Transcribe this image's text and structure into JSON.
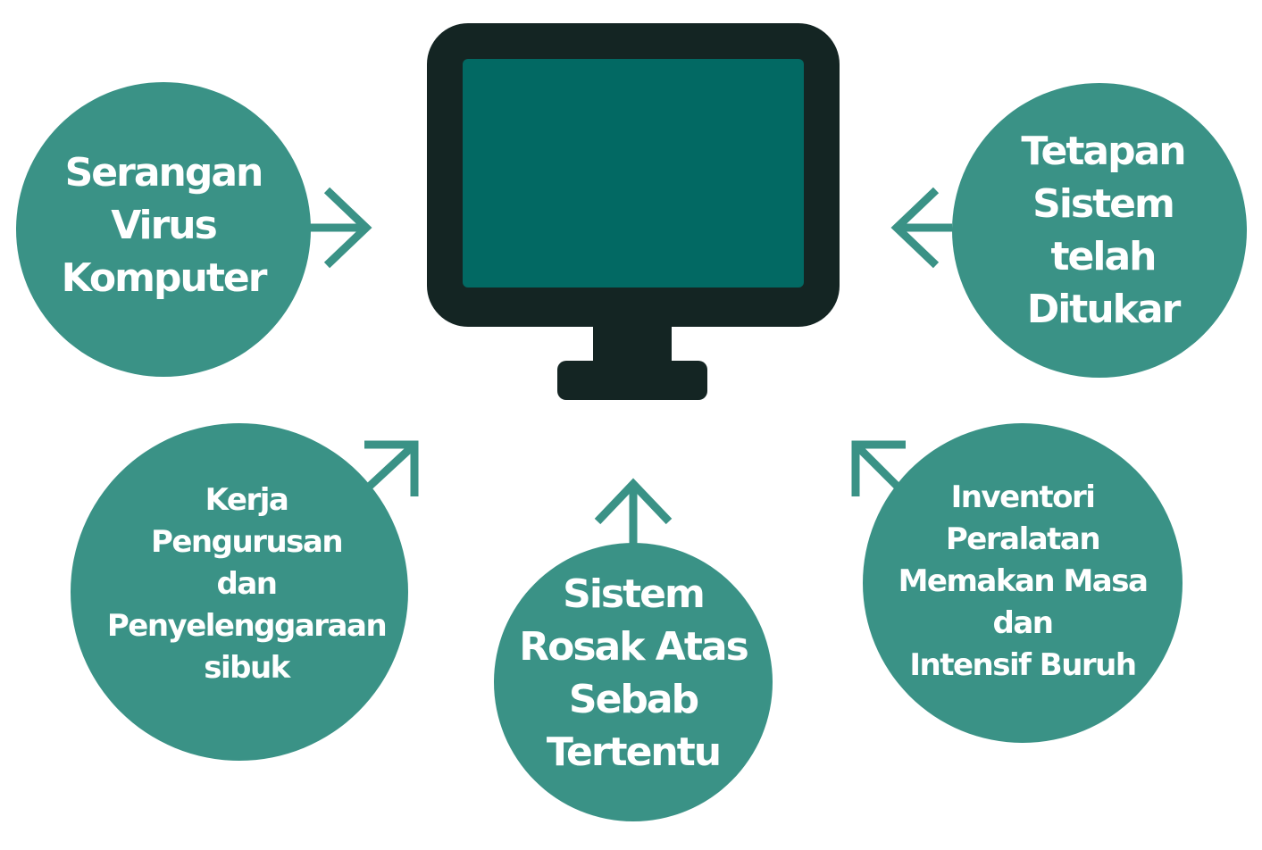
{
  "colors": {
    "bubble": "#3a9286",
    "arrow": "#3a9286",
    "monitor_frame": "#142523",
    "monitor_screen": "#026963",
    "text": "#ffffff"
  },
  "icons": {
    "center": "monitor-icon"
  },
  "nodes": {
    "virus": {
      "label": "Serangan\nVirus\nKomputer"
    },
    "settings": {
      "label": "Tetapan\nSistem\ntelah\nDitukar"
    },
    "admin": {
      "label": "Kerja\nPengurusan\ndan\nPenyelenggaraan\nsibuk"
    },
    "broken": {
      "label": "Sistem\nRosak Atas\nSebab\nTertentu"
    },
    "inventory": {
      "label": "Inventori\nPeralatan\nMemakan Masa\ndan\nIntensif Buruh"
    }
  }
}
